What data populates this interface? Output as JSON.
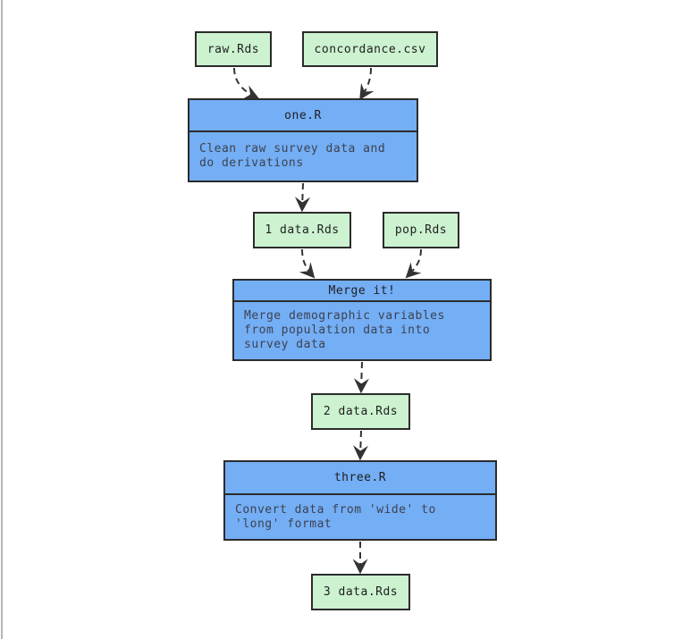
{
  "diagram": {
    "type": "flowchart-pipeline",
    "nodes": [
      {
        "id": "raw",
        "kind": "data",
        "label": "raw.Rds"
      },
      {
        "id": "concordance",
        "kind": "data",
        "label": "concordance.csv"
      },
      {
        "id": "one",
        "kind": "script",
        "label": "one.R",
        "description": "Clean raw survey data and do derivations"
      },
      {
        "id": "data1",
        "kind": "data",
        "label": "1 data.Rds"
      },
      {
        "id": "pop",
        "kind": "data",
        "label": "pop.Rds"
      },
      {
        "id": "merge",
        "kind": "script",
        "label": "Merge it!",
        "description": "Merge demographic variables from population data into survey data"
      },
      {
        "id": "data2",
        "kind": "data",
        "label": "2 data.Rds"
      },
      {
        "id": "three",
        "kind": "script",
        "label": "three.R",
        "description": "Convert data from 'wide' to 'long' format"
      },
      {
        "id": "data3",
        "kind": "data",
        "label": "3 data.Rds"
      }
    ],
    "edges": [
      {
        "from": "raw",
        "to": "one",
        "style": "dashed"
      },
      {
        "from": "concordance",
        "to": "one",
        "style": "dashed"
      },
      {
        "from": "one",
        "to": "data1",
        "style": "dashed"
      },
      {
        "from": "data1",
        "to": "merge",
        "style": "dashed"
      },
      {
        "from": "pop",
        "to": "merge",
        "style": "dashed"
      },
      {
        "from": "merge",
        "to": "data2",
        "style": "dashed"
      },
      {
        "from": "data2",
        "to": "three",
        "style": "dashed"
      },
      {
        "from": "three",
        "to": "data3",
        "style": "dashed"
      }
    ]
  },
  "colors": {
    "bg": "#ffffff",
    "green_fill": "#ccf2d0",
    "blue_fill": "#74aef5",
    "node_border": "#2b2b2b",
    "edge": "#333333",
    "title_text": "#1f1f1f",
    "desc_text": "#3c4250",
    "frame_line": "#b5b5b5"
  }
}
